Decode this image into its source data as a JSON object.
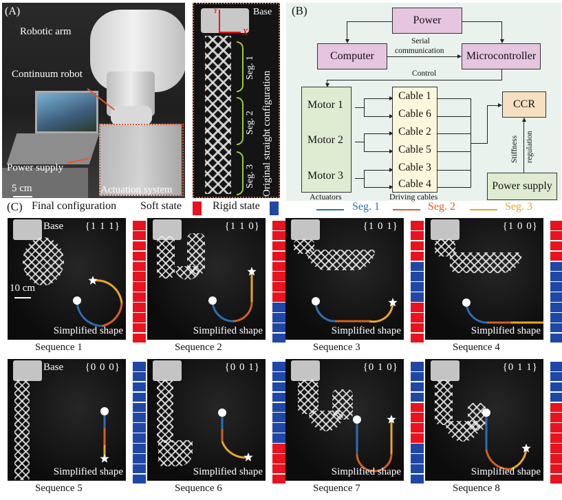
{
  "panel_a": {
    "letter": "(A)",
    "labels": {
      "robotic_arm": "Robotic arm",
      "continuum_robot": "Continuum robot",
      "power_supply": "Power supply",
      "actuation_system": "Actuation system",
      "scale": "5 cm"
    },
    "strip": {
      "base": "Base",
      "axis_x": "X",
      "axis_y": "Y",
      "title": "Original straight configuration",
      "segments": [
        "Seg. 1",
        "Seg. 2",
        "Seg. 3"
      ]
    }
  },
  "panel_b": {
    "letter": "(B)",
    "power": "Power",
    "computer": "Computer",
    "microcontroller": "Microcontroller",
    "serial_line1": "Serial",
    "serial_line2": "communication",
    "control": "Control",
    "motors": [
      "Motor 1",
      "Motor 2",
      "Motor 3"
    ],
    "cables": [
      "Cable 1",
      "Cable 6",
      "Cable 2",
      "Cable 5",
      "Cable 3",
      "Cable 4"
    ],
    "actuators_caption": "Actuators",
    "cables_caption": "Driving cables",
    "ccr": "CCR",
    "stiffness_line1": "Stiffness",
    "stiffness_line2": "regulation",
    "power_supply": "Power supply"
  },
  "panel_c": {
    "letter": "(C)",
    "final_configuration": "Final configuration",
    "soft_state": "Soft state",
    "rigid_state": "Rigid state",
    "colors": {
      "soft": "#e8131f",
      "rigid": "#1f47a6",
      "seg1": "#2b6fb5",
      "seg2": "#d45f24",
      "seg3": "#e8a72c"
    },
    "segment_legend": [
      "Seg. 1",
      "Seg. 2",
      "Seg. 3"
    ],
    "base_label": "Base",
    "scale": "10 cm",
    "shape_label": "Simplified shape",
    "sequences": [
      {
        "caption": "Sequence 1",
        "code": "{1 1 1}",
        "states": [
          "soft",
          "soft",
          "soft",
          "soft",
          "soft",
          "soft",
          "soft",
          "soft",
          "soft",
          "soft",
          "soft",
          "soft"
        ]
      },
      {
        "caption": "Sequence 2",
        "code": "{1 1 0}",
        "states": [
          "soft",
          "soft",
          "soft",
          "soft",
          "soft",
          "soft",
          "soft",
          "soft",
          "rigid",
          "rigid",
          "rigid",
          "rigid"
        ]
      },
      {
        "caption": "Sequence 3",
        "code": "{1 0 1}",
        "states": [
          "soft",
          "soft",
          "soft",
          "soft",
          "rigid",
          "rigid",
          "rigid",
          "rigid",
          "soft",
          "soft",
          "soft",
          "soft"
        ]
      },
      {
        "caption": "Sequence 4",
        "code": "{1 0 0}",
        "states": [
          "soft",
          "soft",
          "soft",
          "soft",
          "rigid",
          "rigid",
          "rigid",
          "rigid",
          "rigid",
          "rigid",
          "rigid",
          "rigid"
        ]
      },
      {
        "caption": "Sequence 5",
        "code": "{0 0 0}",
        "states": [
          "rigid",
          "rigid",
          "rigid",
          "rigid",
          "rigid",
          "rigid",
          "rigid",
          "rigid",
          "rigid",
          "rigid",
          "rigid",
          "rigid"
        ]
      },
      {
        "caption": "Sequence 6",
        "code": "{0 0 1}",
        "states": [
          "rigid",
          "rigid",
          "rigid",
          "rigid",
          "rigid",
          "rigid",
          "rigid",
          "rigid",
          "soft",
          "soft",
          "soft",
          "soft"
        ]
      },
      {
        "caption": "Sequence 7",
        "code": "{0 1 0}",
        "states": [
          "rigid",
          "rigid",
          "rigid",
          "rigid",
          "soft",
          "soft",
          "soft",
          "soft",
          "rigid",
          "rigid",
          "rigid",
          "rigid"
        ]
      },
      {
        "caption": "Sequence 8",
        "code": "{0 1 1}",
        "states": [
          "rigid",
          "rigid",
          "rigid",
          "rigid",
          "soft",
          "soft",
          "soft",
          "soft",
          "soft",
          "soft",
          "soft",
          "soft"
        ]
      }
    ]
  }
}
